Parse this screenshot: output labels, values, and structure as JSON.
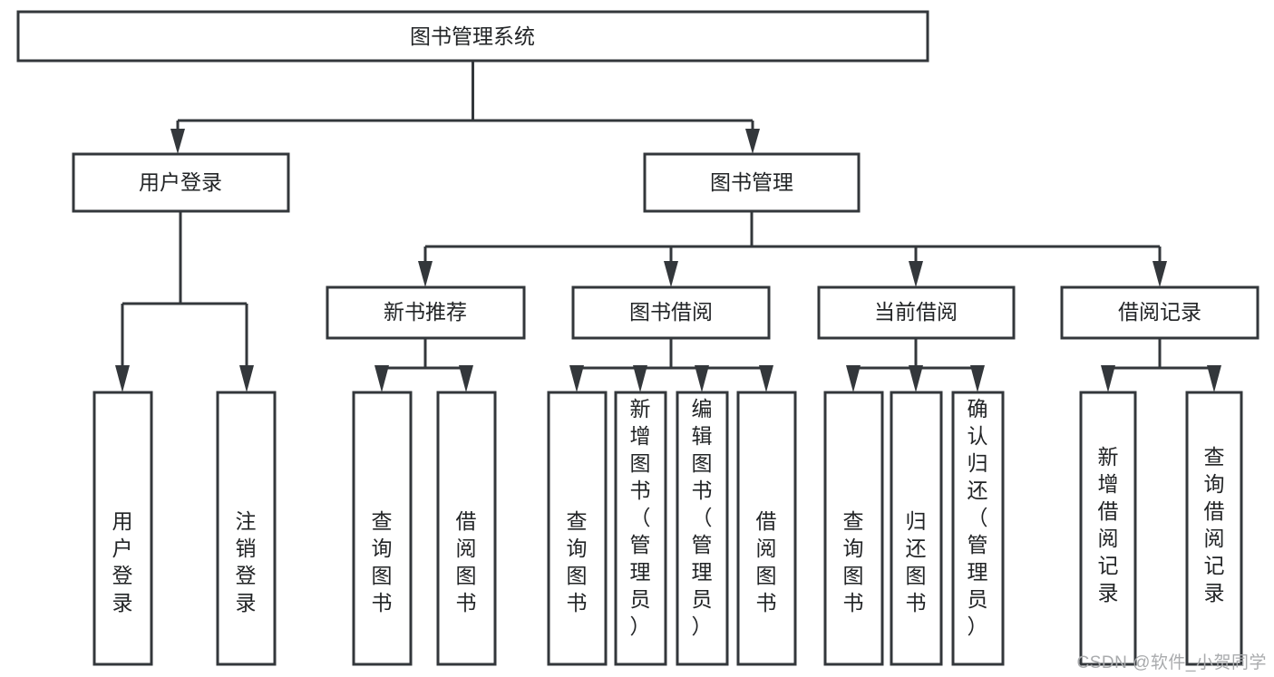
{
  "diagram": {
    "type": "tree-hierarchy-chart",
    "title": "图书管理系统",
    "watermark": "CSDN @软件_小贺同学",
    "colors": {
      "stroke": "#33373b",
      "fill": "#ffffff",
      "text": "#222426",
      "watermark": "#a9abad",
      "background": "#ffffff"
    },
    "levels": [
      {
        "level": 1,
        "nodes": [
          {
            "id": "root",
            "label": "图书管理系统"
          }
        ]
      },
      {
        "level": 2,
        "nodes": [
          {
            "id": "login",
            "label": "用户登录"
          },
          {
            "id": "bookmgmt",
            "label": "图书管理"
          }
        ]
      },
      {
        "level": 3,
        "nodes": [
          {
            "id": "newbook",
            "label": "新书推荐"
          },
          {
            "id": "borrow",
            "label": "图书借阅"
          },
          {
            "id": "current",
            "label": "当前借阅"
          },
          {
            "id": "record",
            "label": "借阅记录"
          }
        ]
      },
      {
        "level": 4,
        "nodes": [
          {
            "id": "leaf1",
            "label": "用户登录",
            "parent": "login"
          },
          {
            "id": "leaf2",
            "label": "注销登录",
            "parent": "login"
          },
          {
            "id": "leaf3",
            "label": "查询图书",
            "parent": "newbook"
          },
          {
            "id": "leaf4",
            "label": "借阅图书",
            "parent": "newbook"
          },
          {
            "id": "leaf5",
            "label": "查询图书",
            "parent": "borrow"
          },
          {
            "id": "leaf6",
            "label": "新增图书（管理员）",
            "parent": "borrow"
          },
          {
            "id": "leaf7",
            "label": "编辑图书（管理员）",
            "parent": "borrow"
          },
          {
            "id": "leaf8",
            "label": "借阅图书",
            "parent": "borrow"
          },
          {
            "id": "leaf9",
            "label": "查询图书",
            "parent": "current"
          },
          {
            "id": "leaf10",
            "label": "归还图书",
            "parent": "current"
          },
          {
            "id": "leaf11",
            "label": "确认归还（管理员）",
            "parent": "current"
          },
          {
            "id": "leaf12",
            "label": "新增借阅记录",
            "parent": "record"
          },
          {
            "id": "leaf13",
            "label": "查询借阅记录",
            "parent": "record"
          }
        ]
      }
    ]
  }
}
